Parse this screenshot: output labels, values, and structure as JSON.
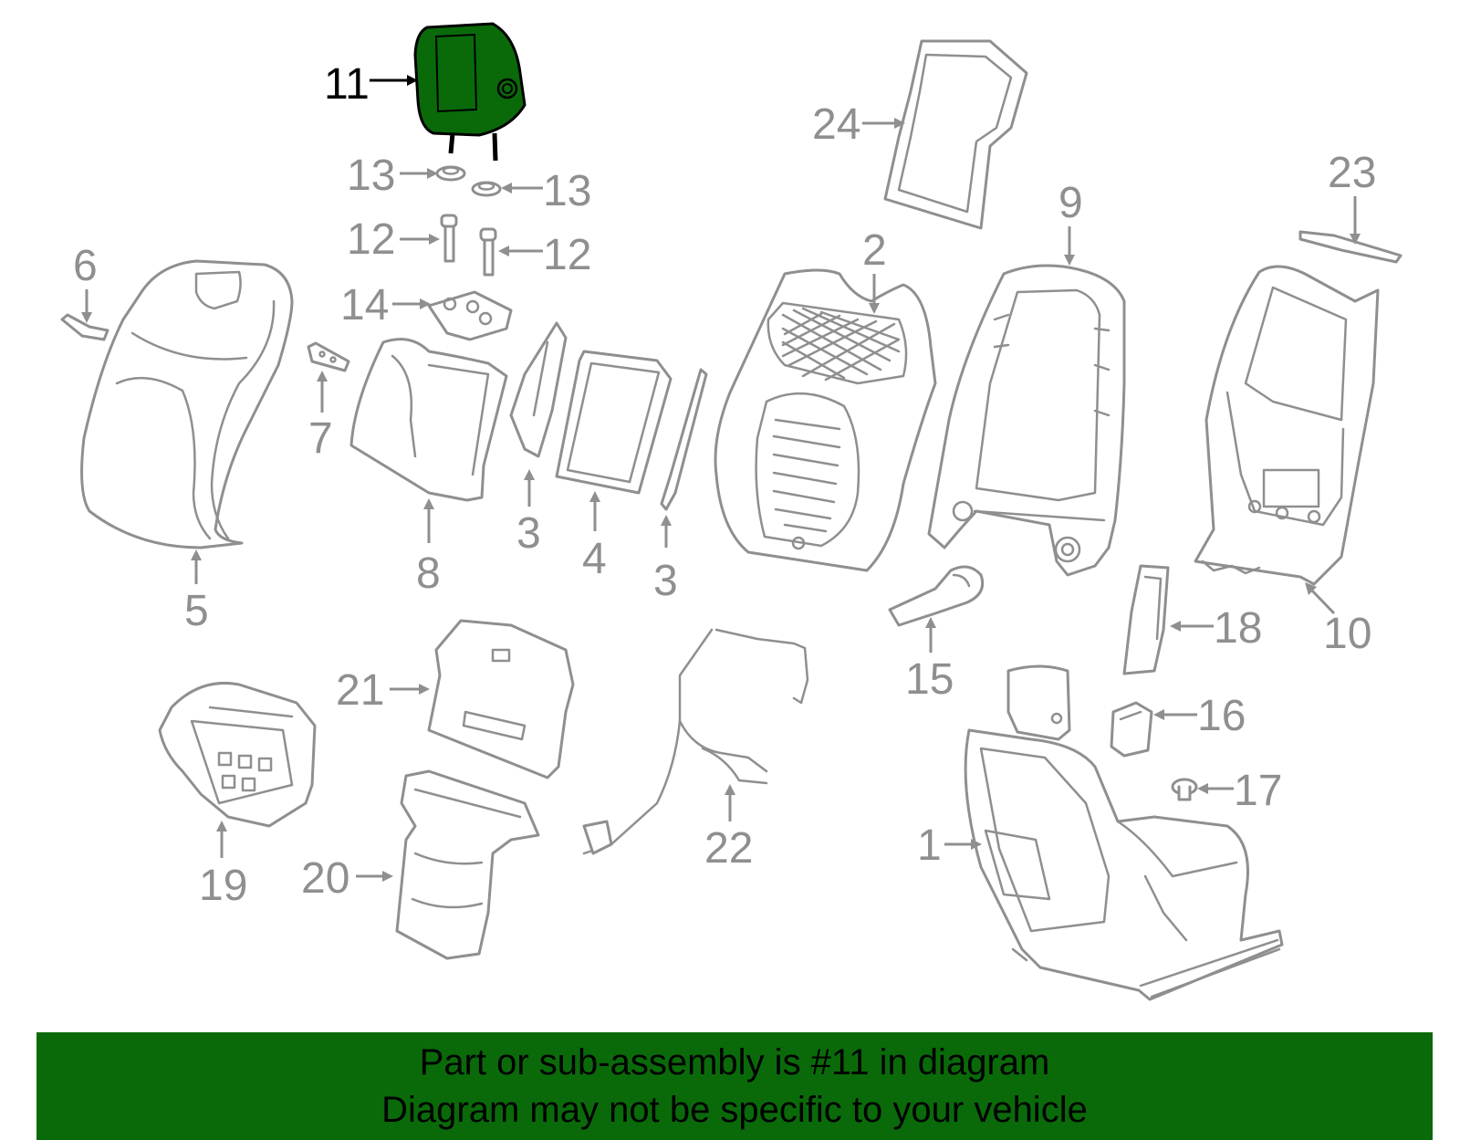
{
  "diagram": {
    "highlight_color": "#0a6a0a",
    "part_line_color": "#8f8f8f",
    "highlighted_callout": "11",
    "callouts": {
      "c1": "1",
      "c2": "2",
      "c3a": "3",
      "c3b": "3",
      "c4": "4",
      "c5": "5",
      "c6": "6",
      "c7": "7",
      "c8": "8",
      "c9": "9",
      "c10": "10",
      "c11": "11",
      "c12a": "12",
      "c12b": "12",
      "c13a": "13",
      "c13b": "13",
      "c14": "14",
      "c15": "15",
      "c16": "16",
      "c17": "17",
      "c18": "18",
      "c19": "19",
      "c20": "20",
      "c21": "21",
      "c22": "22",
      "c23": "23",
      "c24": "24"
    }
  },
  "banner": {
    "line1": "Part or sub-assembly is #11 in diagram",
    "line2": "Diagram may not be specific to your vehicle",
    "background": "#0a6a0a"
  }
}
